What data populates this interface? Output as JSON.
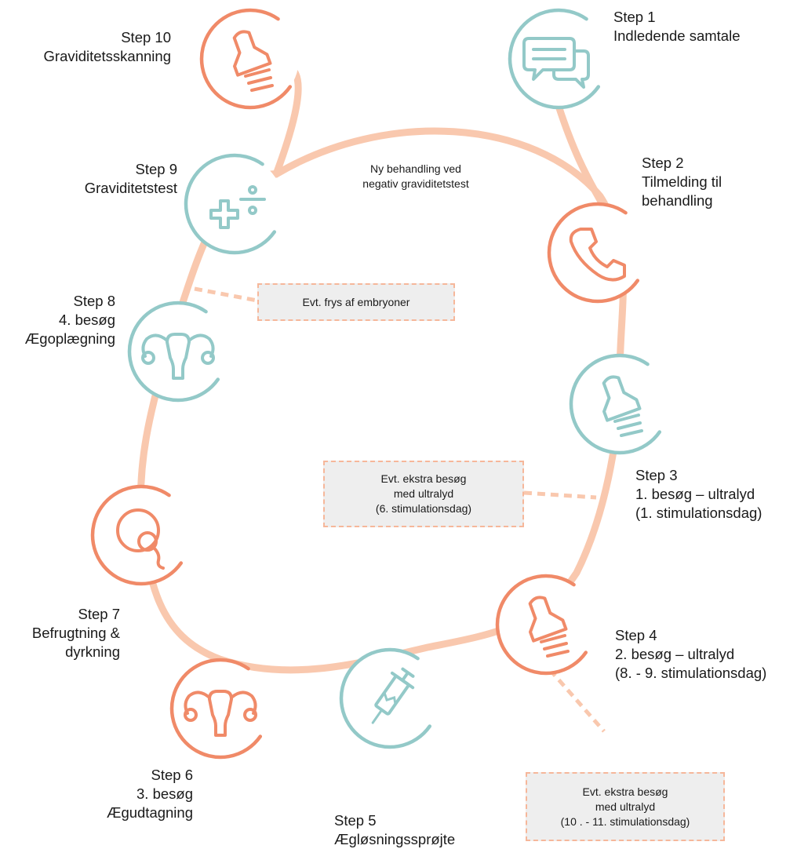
{
  "colors": {
    "orange": "#f08a68",
    "teal": "#93c9c8",
    "path": "#f9c8ae",
    "note_fill": "#eeeeee",
    "note_border": "#f6b79a"
  },
  "center_note": [
    "Ny behandling ved",
    "negativ graviditetstest"
  ],
  "steps": [
    {
      "id": 1,
      "lines": [
        "Step 1",
        "Indledende samtale"
      ],
      "icon": "chat-bubbles-icon",
      "color": "teal"
    },
    {
      "id": 2,
      "lines": [
        "Step 2",
        "Tilmelding til",
        "behandling"
      ],
      "icon": "phone-icon",
      "color": "orange"
    },
    {
      "id": 3,
      "lines": [
        "Step 3",
        "1. besøg – ultralyd",
        "(1. stimulationsdag)"
      ],
      "icon": "ultrasound-probe-icon",
      "color": "teal"
    },
    {
      "id": 4,
      "lines": [
        "Step 4",
        "2. besøg – ultralyd",
        "(8. - 9. stimulationsdag)"
      ],
      "icon": "ultrasound-probe-icon",
      "color": "orange"
    },
    {
      "id": 5,
      "lines": [
        "Step 5",
        "Ægløsningssprøjte"
      ],
      "icon": "syringe-icon",
      "color": "teal"
    },
    {
      "id": 6,
      "lines": [
        "Step 6",
        "3. besøg",
        "Ægudtagning"
      ],
      "icon": "uterus-icon",
      "color": "orange"
    },
    {
      "id": 7,
      "lines": [
        "Step 7",
        "Befrugtning &",
        "dyrkning"
      ],
      "icon": "sperm-egg-icon",
      "color": "orange"
    },
    {
      "id": 8,
      "lines": [
        "Step 8",
        "4. besøg",
        "Ægoplægning"
      ],
      "icon": "uterus-icon",
      "color": "teal"
    },
    {
      "id": 9,
      "lines": [
        "Step  9",
        "Graviditetstest"
      ],
      "icon": "plus-divide-icon",
      "color": "teal"
    },
    {
      "id": 10,
      "lines": [
        "Step 10",
        "Graviditetsskanning"
      ],
      "icon": "ultrasound-probe-icon",
      "color": "orange"
    }
  ],
  "notes": [
    {
      "id": "frys",
      "lines": [
        "Evt. frys af embryoner"
      ]
    },
    {
      "id": "extra1",
      "lines": [
        "Evt. ekstra besøg",
        "med ultralyd",
        "(6. stimulationsdag)"
      ]
    },
    {
      "id": "extra2",
      "lines": [
        "Evt. ekstra besøg",
        "med ultralyd",
        "(10 . - 11. stimulationsdag)"
      ]
    }
  ]
}
